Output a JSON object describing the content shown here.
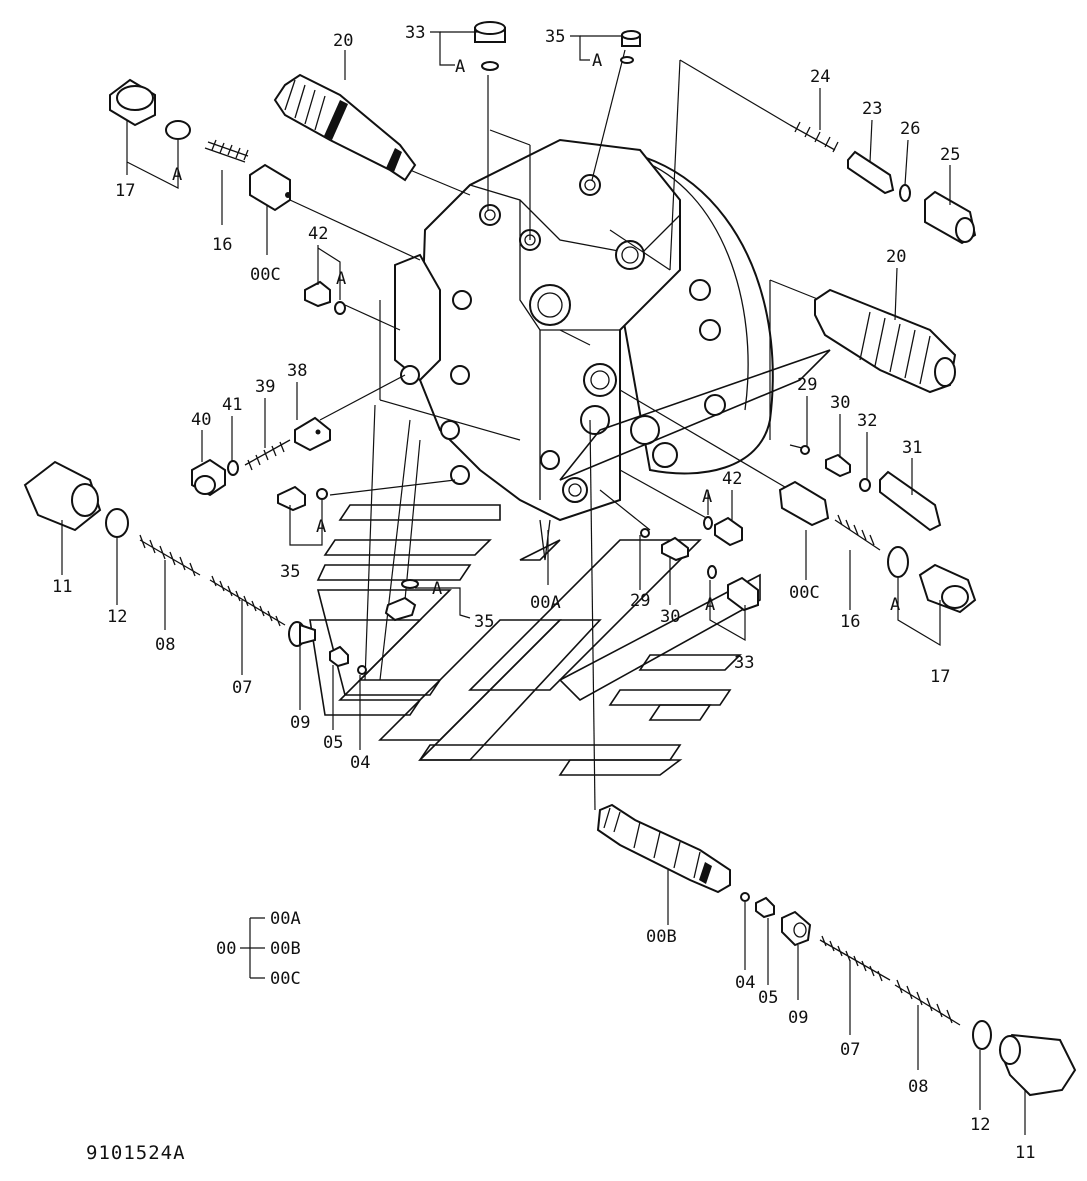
{
  "callouts": {
    "c20a": "20",
    "c33a": "33",
    "c35a": "35",
    "c24": "24",
    "c23": "23",
    "c26": "26",
    "c25": "25",
    "c17a": "17",
    "c16a": "16",
    "c00c_a": "00C",
    "c42a": "42",
    "c20b": "20",
    "c39": "39",
    "c38": "38",
    "c40": "40",
    "c41": "41",
    "c29a": "29",
    "c30a": "30",
    "c32": "32",
    "c31": "31",
    "c42b": "42",
    "c00c_b": "00C",
    "c16b": "16",
    "c17b": "17",
    "c35b": "35",
    "c35c": "35",
    "c00a": "00A",
    "c29b": "29",
    "c30b": "30",
    "c33b": "33",
    "c11a": "11",
    "c12a": "12",
    "c08a": "08",
    "c07a": "07",
    "c09a": "09",
    "c05a": "05",
    "c04a": "04",
    "c00b": "00B",
    "c04b": "04",
    "c05b": "05",
    "c09b": "09",
    "c07b": "07",
    "c08b": "08",
    "c12b": "12",
    "c11b": "11"
  },
  "markers": {
    "a33": "A",
    "a35": "A",
    "a17a": "A",
    "a42a": "A",
    "a35b": "A",
    "a35c": "A",
    "a42b": "A",
    "a33b": "A",
    "a17b": "A"
  },
  "assembly_legend": {
    "parent": "00",
    "children": [
      "00A",
      "00B",
      "00C"
    ]
  },
  "document_code": "9101524A"
}
